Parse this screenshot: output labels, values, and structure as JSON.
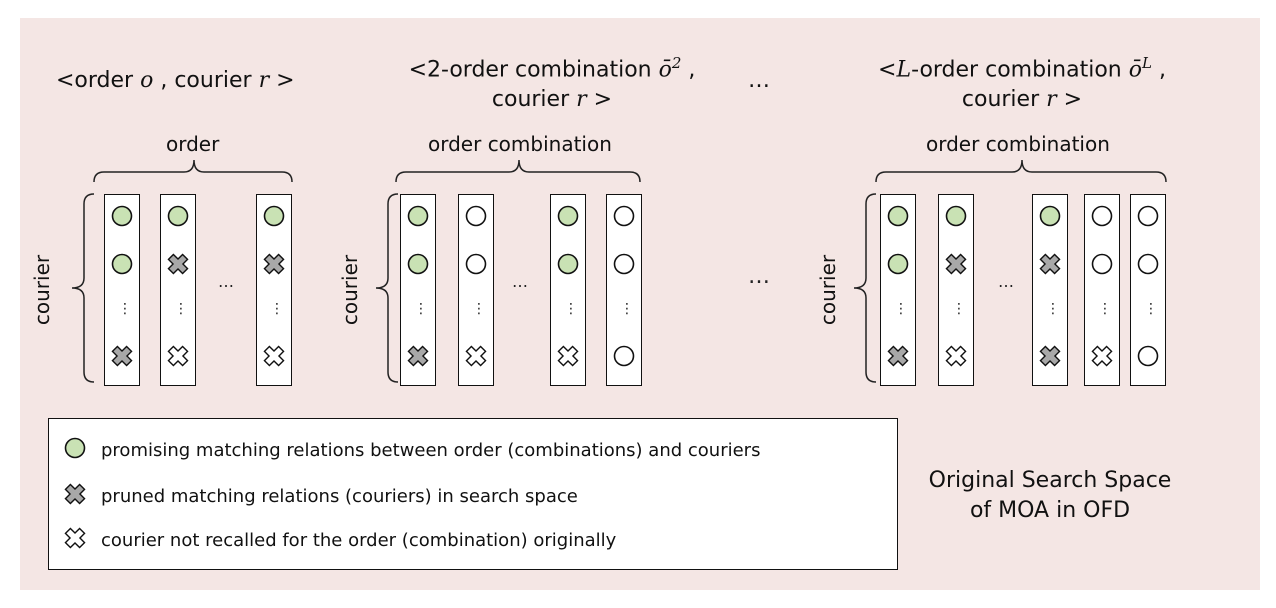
{
  "headers": {
    "h1": {
      "prefix": "<order ",
      "var1": "o",
      "mid": " ,  courier ",
      "var2": "r",
      "suffix": " >"
    },
    "h2": {
      "line1_prefix": "<2-order combination ",
      "line1_var": "ō",
      "line1_sup": "2",
      "line1_suffix": "  ,",
      "line2_prefix": "courier ",
      "line2_var": "r",
      "line2_suffix": " >"
    },
    "ellipsis": "…",
    "h3": {
      "line1_prefix": "<",
      "line1_var0": "L",
      "line1_mid": "-order combination  ",
      "line1_var": "ō",
      "line1_sup": "L",
      "line1_suffix": "   ,",
      "line2_prefix": "courier ",
      "line2_var": "r",
      "line2_suffix": " >"
    }
  },
  "groups": {
    "g1": {
      "top_label": "order",
      "side_label": "courier"
    },
    "g2": {
      "top_label": "order combination",
      "side_label": "courier"
    },
    "g3": {
      "top_label": "order combination",
      "side_label": "courier"
    }
  },
  "dots": {
    "vertical": "⋮",
    "horizontal": "…"
  },
  "legend": [
    {
      "icon": "green-circle",
      "text": "promising matching relations between order (combinations) and couriers"
    },
    {
      "icon": "gray-x",
      "text": "pruned matching relations (couriers) in search space"
    },
    {
      "icon": "white-x",
      "text": "courier not recalled for the order (combination) originally"
    }
  ],
  "title": {
    "line1": "Original Search Space",
    "line2": "of MOA in OFD"
  },
  "colors": {
    "background": "#f4e6e4",
    "promising": "#c9e2b4",
    "pruned": "#a8a8a8",
    "not_recalled": "#ffffff"
  }
}
